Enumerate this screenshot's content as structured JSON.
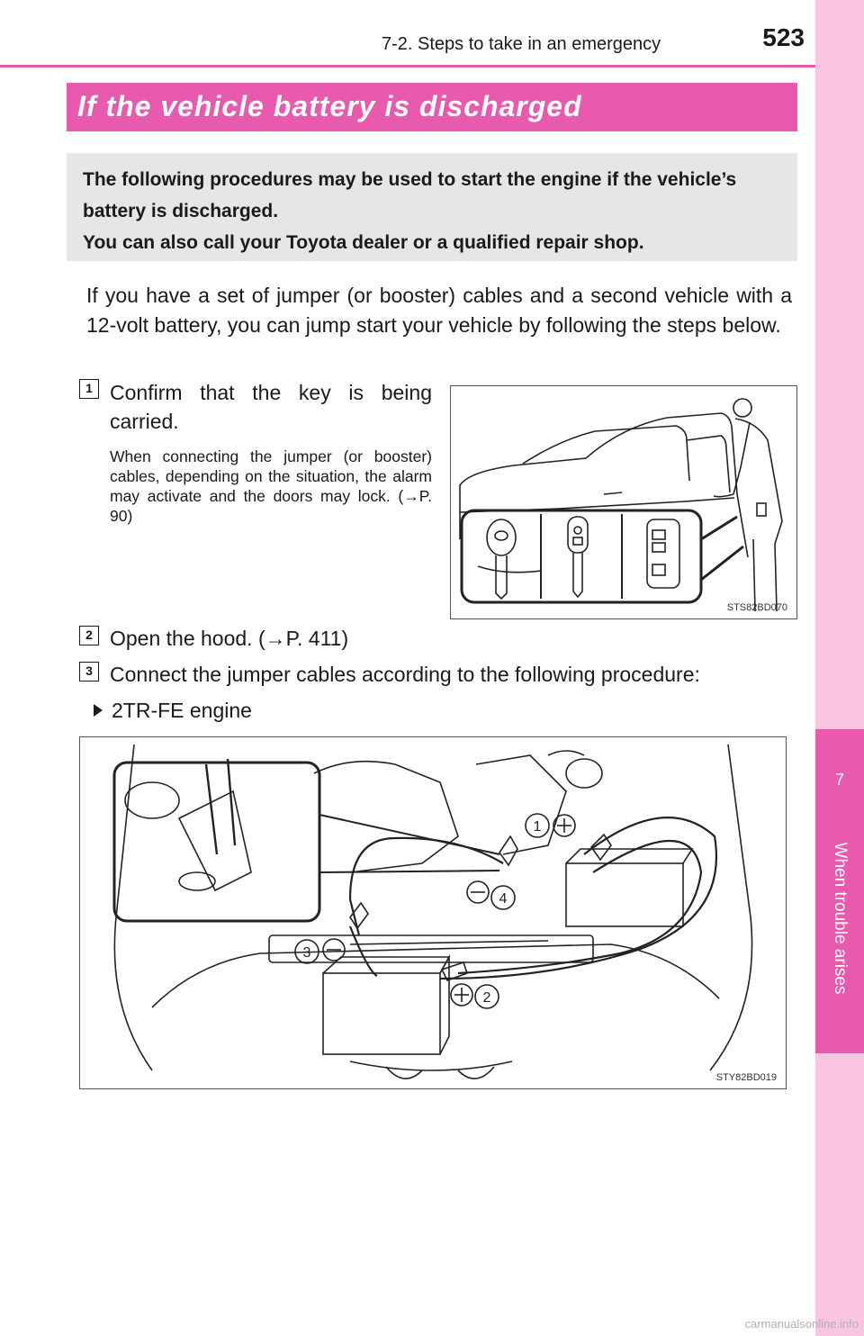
{
  "header": {
    "page_number": "523",
    "section_title": "7-2. Steps to take in an emergency"
  },
  "side_tab": {
    "chapter_number": "7",
    "chapter_title": "When trouble arises"
  },
  "title": "If the vehicle battery is discharged",
  "intro": {
    "line1": "The following procedures may be used to start the engine if the vehicle’s battery is discharged.",
    "line2": "You can also call your Toyota dealer or a qualified repair shop."
  },
  "body_text": "If you have a set of jumper (or booster) cables and a second vehicle with a 12-volt battery, you can jump start your vehicle by following the steps below.",
  "steps": [
    {
      "number": "1",
      "text": "Confirm that the key is being carried.",
      "note": "When connecting the jumper (or booster) cables, depending on the situation, the alarm may activate and the doors may lock. (→P. 90)"
    },
    {
      "number": "2",
      "text": "Open the hood. (→P. 411)"
    },
    {
      "number": "3",
      "text": "Connect the jumper cables according to the following procedure:"
    }
  ],
  "bullet": "2TR-FE engine",
  "figures": {
    "fig1_code": "STS82BD070",
    "fig2_code": "STY82BD019",
    "labels": [
      "1",
      "2",
      "3",
      "4"
    ]
  },
  "watermark": "carmanualsonline.info",
  "colors": {
    "accent": "#e85aae",
    "tab_light": "#f9c5e2",
    "intro_bg": "#e6e6e6"
  }
}
